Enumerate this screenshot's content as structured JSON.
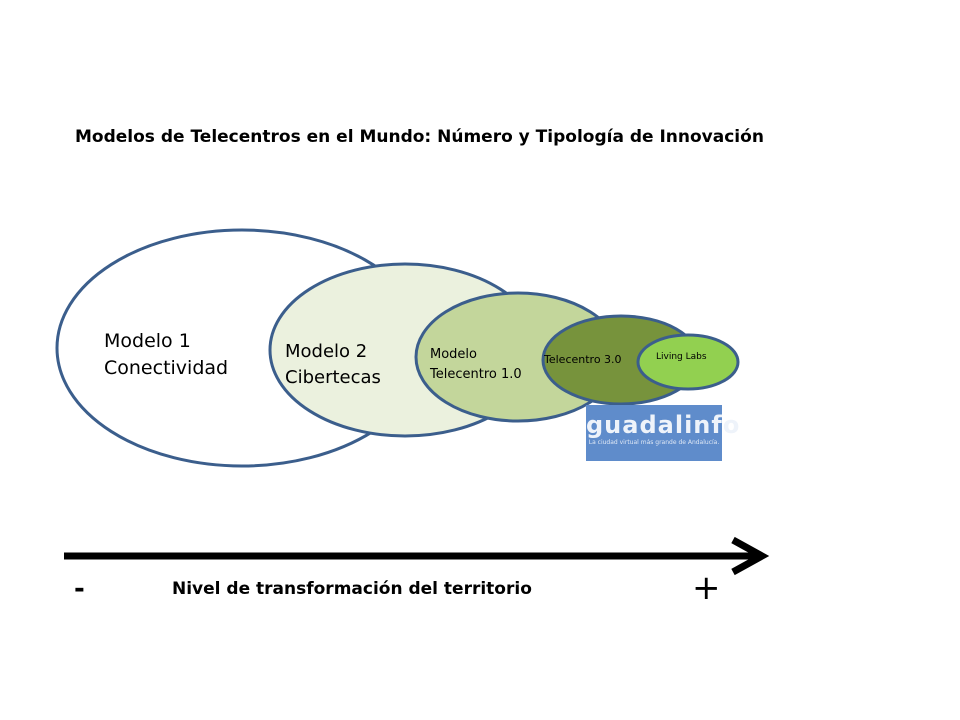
{
  "title": "Modelos de Telecentros en el Mundo: Número y Tipología de Innovación",
  "models": [
    {
      "line1": "Modelo 1",
      "line2": "Conectividad",
      "color": "#ffffff"
    },
    {
      "line1": "Modelo 2",
      "line2": "Cibertecas",
      "color": "#ebf1de"
    },
    {
      "line1": "Modelo",
      "line2": "Telecentro 1.0",
      "color": "#c3d69b"
    },
    {
      "line1": "Telecentro 3.0",
      "color": "#77933c"
    },
    {
      "line1": "Living Labs",
      "color": "#92d050"
    }
  ],
  "logo": {
    "name": "guadalinfo",
    "tagline": "La ciudad virtual más grande de Andalucía."
  },
  "axis": {
    "label": "Nivel de  transformación del territorio",
    "min_symbol": "-",
    "max_symbol": "+"
  }
}
